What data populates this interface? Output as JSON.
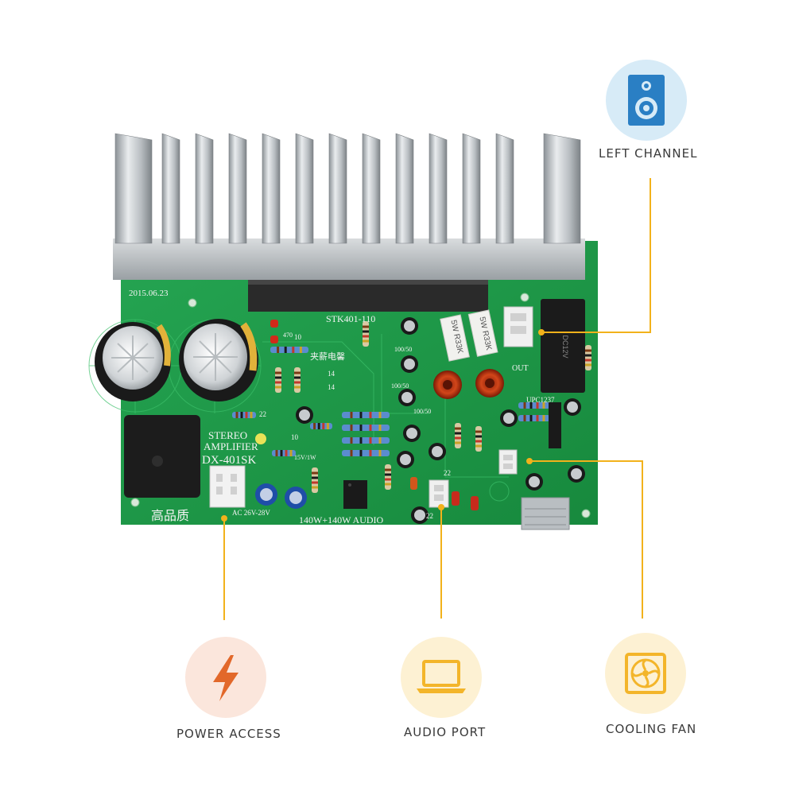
{
  "pcb": {
    "date": "2015.06.23",
    "chip": "STK401-110",
    "cn_label_1": "夹薪电馨",
    "model_line1": "STEREO",
    "model_line2": "AMPLIFIER",
    "model_line3": "DX-401SK",
    "quality": "高品质",
    "power_rating": "140W+140W AUDIO",
    "voltage": "AC 26V-28V",
    "resistor_1": "5W R33K",
    "resistor_2": "5W R33K",
    "cap_small_1": "100/50",
    "cap_small_2": "100/50",
    "cap_small_3": "100/50",
    "ic_label": "UPC1237",
    "relay_label": "DC12V",
    "out_label": "OUT",
    "val_10a": "10",
    "val_10b": "10",
    "val_14a": "14",
    "val_14b": "14",
    "val_22a": "22",
    "val_22b": "22",
    "val_22c": "22",
    "val_470": "470",
    "val_15v": "15V/1W"
  },
  "callouts": {
    "left_channel": {
      "label": "LEFT CHANNEL",
      "icon": "speaker-icon",
      "color": "#2a7fc4"
    },
    "power_access": {
      "label": "POWER ACCESS",
      "icon": "lightning-icon",
      "color": "#e2682a"
    },
    "audio_port": {
      "label": "AUDIO PORT",
      "icon": "laptop-icon",
      "color": "#f3b52a"
    },
    "cooling_fan": {
      "label": "COOLING FAN",
      "icon": "fan-icon",
      "color": "#f3b52a"
    }
  },
  "accent_colors": {
    "leader_line": "#f2b21b",
    "pcb_green": "#1f9c48",
    "heatsink": "#c9cdd0"
  }
}
